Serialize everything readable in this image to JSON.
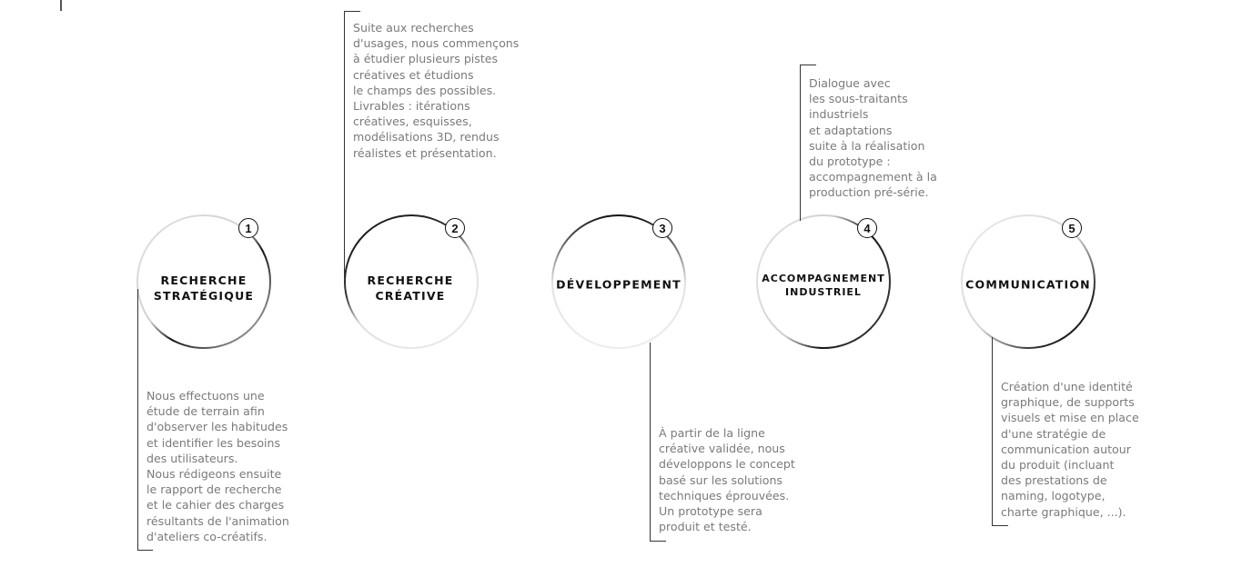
{
  "steps": [
    {
      "number": "1",
      "title_line1": "RECHERCHE",
      "title_line2": "STRATÉGIQUE",
      "description": "Nous effectuons une\nétude de terrain afin\nd'observer les habitudes\net identifier les besoins\ndes utilisateurs.\nNous rédigeons ensuite\nle rapport de recherche\net le cahier des charges\nrésultants de l'animation\nd'ateliers co-créatifs."
    },
    {
      "number": "2",
      "title_line1": "RECHERCHE",
      "title_line2": "CRÉATIVE",
      "description": "Suite aux recherches\nd'usages, nous commençons\nà étudier plusieurs pistes\ncréatives et étudions\nle champs des possibles.\nLivrables : itérations\ncréatives, esquisses,\nmodélisations 3D, rendus\nréalistes et présentation."
    },
    {
      "number": "3",
      "title_line1": "DÉVELOPPEMENT",
      "title_line2": "",
      "description": "À partir de la ligne\ncréative validée, nous\ndéveloppons le concept\nbasé sur les solutions\ntechniques éprouvées.\nUn prototype sera\nproduit et testé."
    },
    {
      "number": "4",
      "title_line1": "ACCOMPAGNEMENT",
      "title_line2": "INDUSTRIEL",
      "description": "Dialogue avec\nles sous-traitants\nindustriels\net adaptations\nsuite à la réalisation\ndu prototype :\naccompagnement à la\nproduction pré-série."
    },
    {
      "number": "5",
      "title_line1": "COMMUNICATION",
      "title_line2": "",
      "description": "Création d'une identité\ngraphique, de supports\nvisuels et mise en place\nd'une stratégie de\ncommunication autour\ndu produit (incluant\ndes prestations de\nnaming, logotype,\ncharte graphique, ...)."
    }
  ],
  "colors": {
    "title": "#111111",
    "description": "#7a7a7a",
    "line": "#333333",
    "circle_light": "#d8d8d8",
    "circle_dark": "#111111"
  }
}
